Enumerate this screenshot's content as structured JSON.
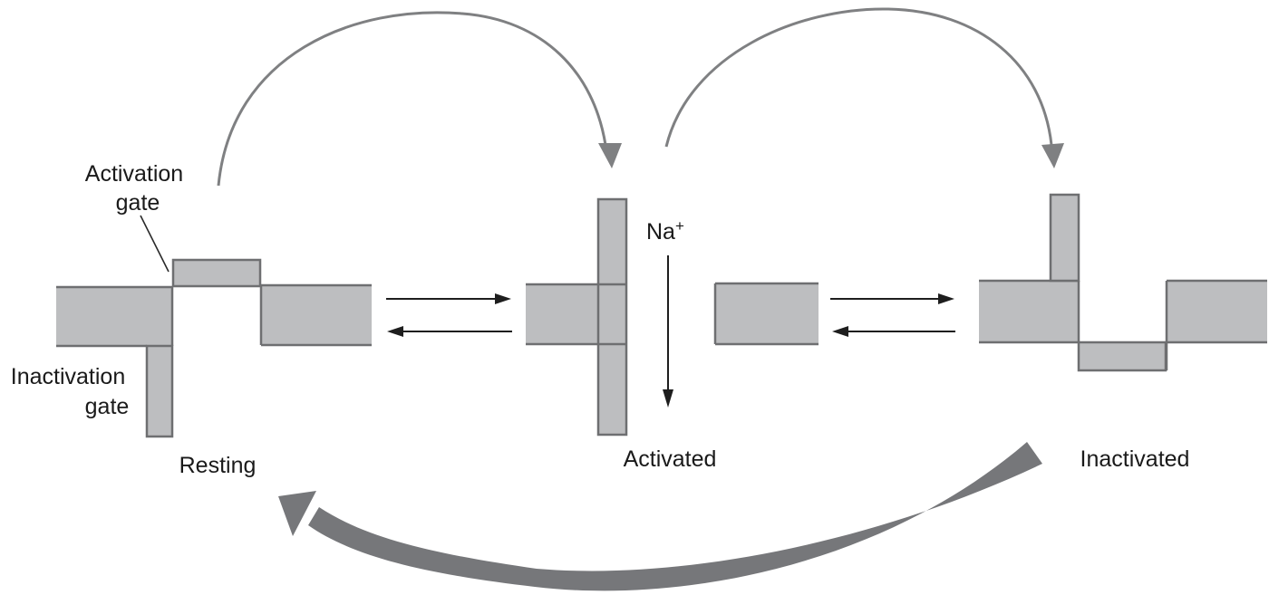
{
  "diagram": {
    "labels": {
      "activation_gate_line1": "Activation",
      "activation_gate_line2": "gate",
      "inactivation_gate_line1": "Inactivation",
      "inactivation_gate_line2": "gate",
      "sodium_ion": "Na",
      "sodium_charge": "+",
      "resting": "Resting",
      "activated": "Activated",
      "inactivated": "Inactivated"
    },
    "states": [
      "Resting",
      "Activated",
      "Inactivated"
    ],
    "colors": {
      "block_fill": "#bdbec0",
      "block_stroke": "#6e6f71",
      "arrow_gray": "#7f8082",
      "recovery_arrow": "#76777a",
      "text": "#1a1a1a"
    }
  }
}
